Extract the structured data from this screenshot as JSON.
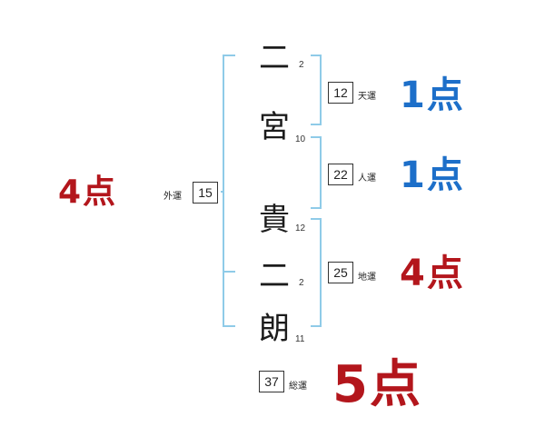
{
  "name": [
    {
      "char": "二",
      "strokes": "2"
    },
    {
      "char": "宮",
      "strokes": "10"
    },
    {
      "char": "貴",
      "strokes": "12"
    },
    {
      "char": "二",
      "strokes": "2"
    },
    {
      "char": "朗",
      "strokes": "11"
    }
  ],
  "fortunes": {
    "tenkaku": {
      "label": "天運",
      "value": "12",
      "score": "1点"
    },
    "jinkaku": {
      "label": "人運",
      "value": "22",
      "score": "1点"
    },
    "chikaku": {
      "label": "地運",
      "value": "25",
      "score": "4点"
    },
    "gaikaku": {
      "label": "外運",
      "value": "15",
      "score": "4点"
    },
    "soukaku": {
      "label": "総運",
      "value": "37",
      "score": "5点"
    }
  },
  "colors": {
    "bracket": "#8fcbe8",
    "score_good": "#1d6fc9",
    "score_bad": "#b3161c"
  }
}
